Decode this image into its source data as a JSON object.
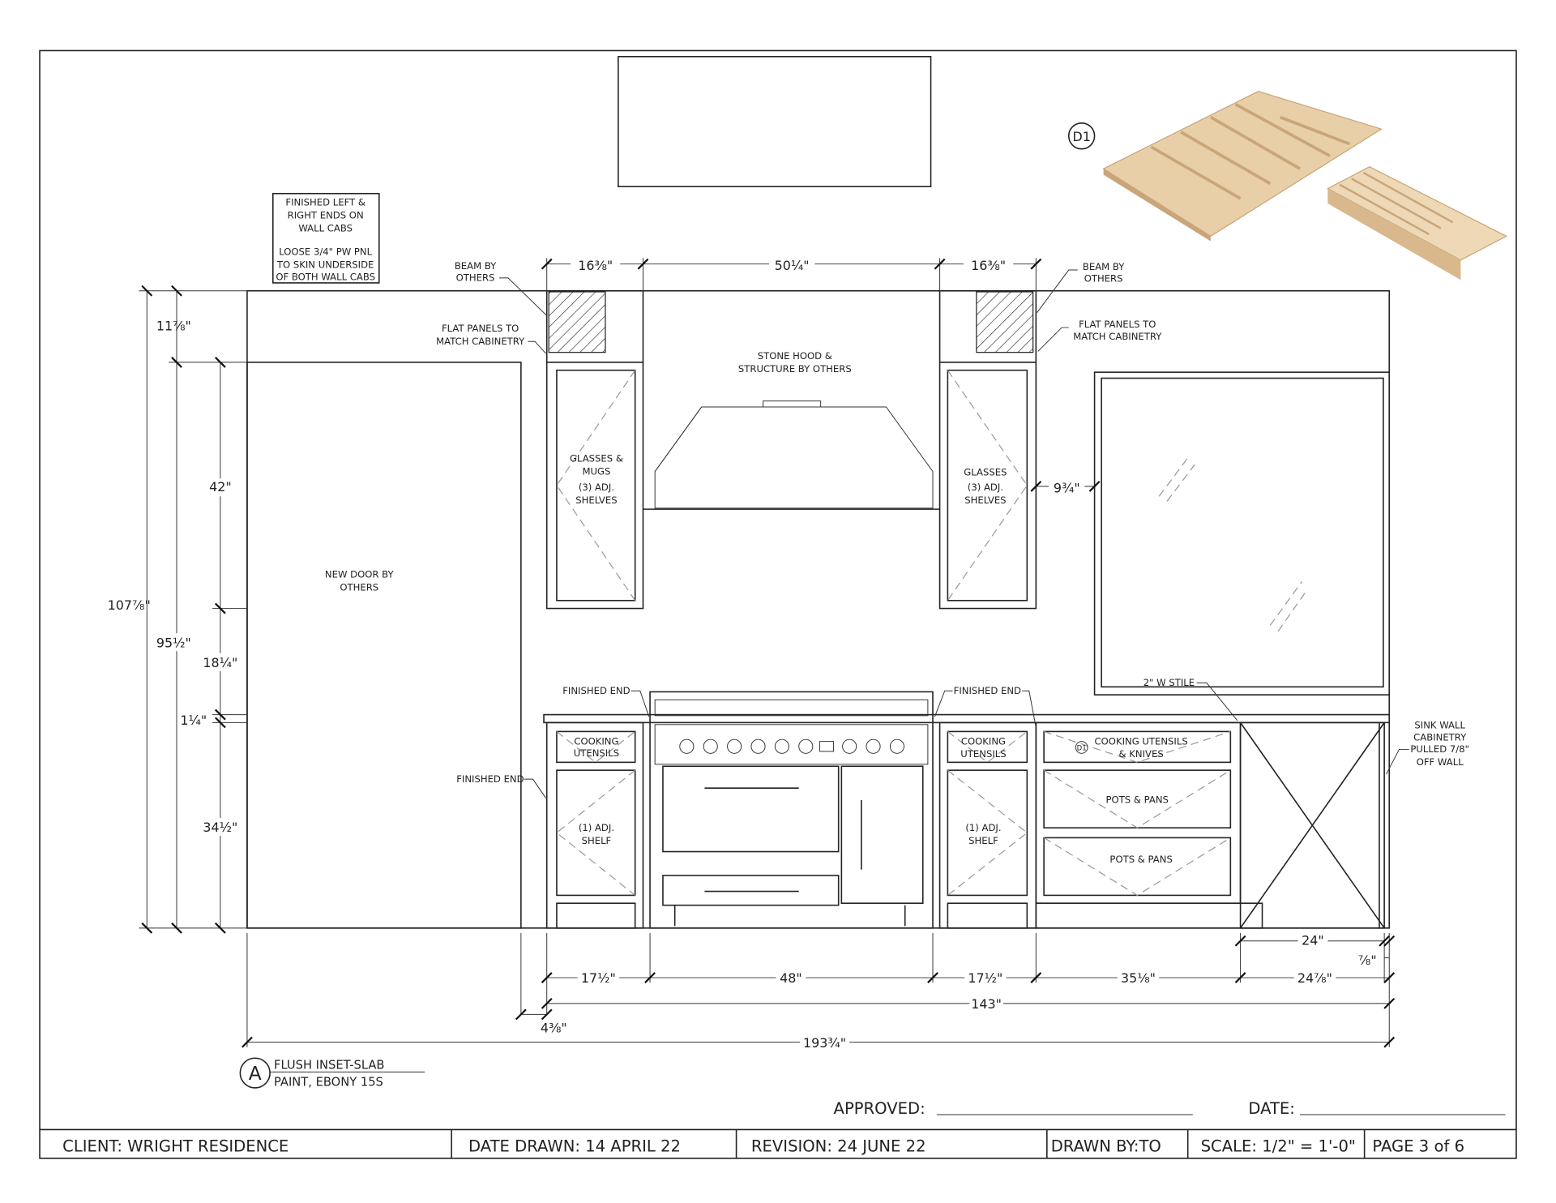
{
  "sheet": {
    "notes": {
      "finished_ends": [
        "FINISHED LEFT &",
        "RIGHT ENDS ON",
        "WALL CABS"
      ],
      "loose_panel": [
        "LOOSE 3/4\" PW PNL",
        "TO SKIN UNDERSIDE",
        "OF BOTH WALL CABS"
      ],
      "beam_left": [
        "BEAM BY",
        "OTHERS"
      ],
      "beam_right": [
        "BEAM BY",
        "OTHERS"
      ],
      "flat_left": [
        "FLAT PANELS TO",
        "MATCH CABINETRY"
      ],
      "flat_right": [
        "FLAT PANELS TO",
        "MATCH CABINETRY"
      ],
      "hood": [
        "STONE HOOD &",
        "STRUCTURE BY OTHERS"
      ],
      "door": [
        "NEW DOOR BY",
        "OTHERS"
      ],
      "upper_left": [
        "GLASSES &",
        "MUGS",
        "(3) ADJ.",
        "SHELVES"
      ],
      "upper_right": [
        "GLASSES",
        "(3) ADJ.",
        "SHELVES"
      ],
      "finished_end_1": "FINISHED END",
      "finished_end_2": "FINISHED END",
      "finished_end_3": "FINISHED END",
      "stile": "2\" W STILE",
      "sink_wall": [
        "SINK WALL",
        "CABINETRY",
        "PULLED 7/8\"",
        "OFF WALL"
      ],
      "drawer_left": [
        "COOKING",
        "UTENSILS"
      ],
      "door_left": [
        "(1) ADJ.",
        "SHELF"
      ],
      "drawer_right": [
        "COOKING",
        "UTENSILS"
      ],
      "door_right": [
        "(1) ADJ.",
        "SHELF"
      ],
      "drawer_bank_1": [
        "COOKING UTENSILS",
        "& KNIVES"
      ],
      "drawer_bank_2": "POTS & PANS",
      "drawer_bank_3": "POTS & PANS",
      "detail_tag": "D1",
      "detail_tag_small": "D1"
    },
    "dimensions": {
      "top": [
        "16⅜\"",
        "50¼\"",
        "16⅜\""
      ],
      "left": [
        "11⅞\"",
        "107⅞\"",
        "95½\"",
        "42\"",
        "18¼\"",
        "1¼\"",
        "34½\""
      ],
      "window_gap": "9¾\"",
      "bottom": [
        "17½\"",
        "48\"",
        "17½\"",
        "35⅛\"",
        "24⅞\""
      ],
      "end_24": "24\"",
      "end_78": "⅞\"",
      "run_143": "143\"",
      "offset": "4⅜\"",
      "overall": "193¾\""
    },
    "elevation": {
      "tag": "A",
      "line1": "FLUSH INSET-SLAB",
      "line2": "PAINT, EBONY 15S"
    },
    "approval": {
      "approved_label": "APPROVED:",
      "date_label": "DATE:"
    },
    "title_block": {
      "client": "CLIENT: WRIGHT RESIDENCE",
      "date_drawn": "DATE DRAWN: 14 APRIL 22",
      "revision": "REVISION: 24 JUNE 22",
      "drawn_by": "DRAWN BY:TO",
      "scale": "SCALE: 1/2\" = 1'-0\"",
      "page": "PAGE 3 of 6"
    },
    "colors": {
      "wood": "#e9cfa8",
      "wood_dark": "#c9a57a",
      "line": "#222222"
    }
  }
}
